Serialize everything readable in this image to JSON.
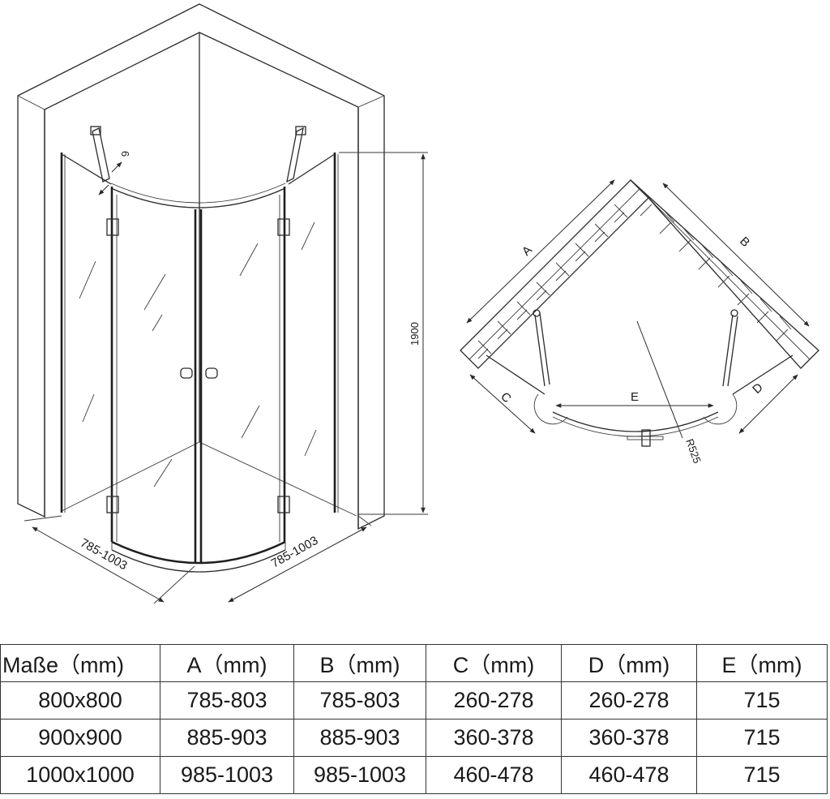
{
  "diagram": {
    "left_view": {
      "dim_height": "1900",
      "dim_width_left": "785-1003",
      "dim_width_right": "785-1003",
      "dim_glass": "6"
    },
    "right_view": {
      "label_a": "A",
      "label_b": "B",
      "label_c": "C",
      "label_d": "D",
      "label_e": "E",
      "label_radius": "R525"
    }
  },
  "table": {
    "headers": [
      "Maße（mm)",
      "A（mm)",
      "B（mm)",
      "C（mm)",
      "D（mm)",
      "E（mm)"
    ],
    "rows": [
      [
        "800x800",
        "785-803",
        "785-803",
        "260-278",
        "260-278",
        "715"
      ],
      [
        "900x900",
        "885-903",
        "885-903",
        "360-378",
        "360-378",
        "715"
      ],
      [
        "1000x1000",
        "985-1003",
        "985-1003",
        "460-478",
        "460-478",
        "715"
      ]
    ]
  }
}
